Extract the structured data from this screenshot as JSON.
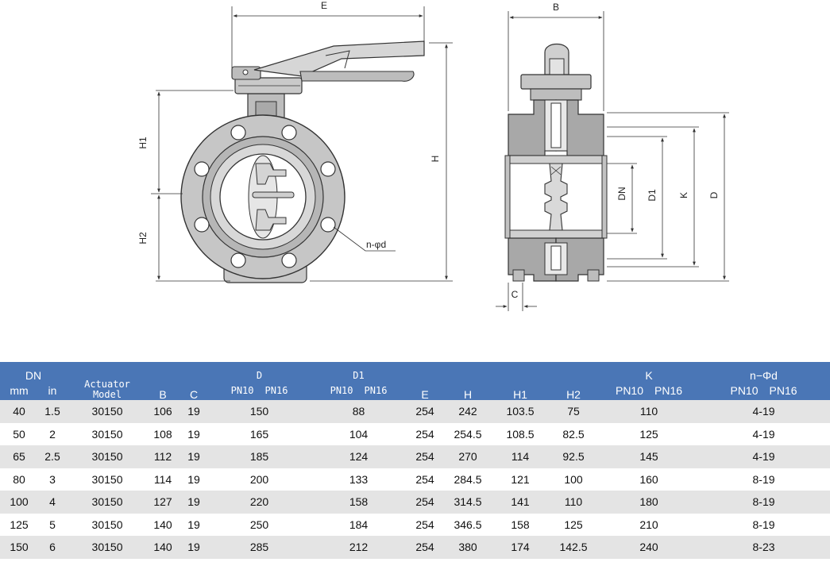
{
  "drawing_labels": {
    "E": "E",
    "B": "B",
    "H": "H",
    "H1": "H1",
    "H2": "H2",
    "C": "C",
    "DN": "DN",
    "D1": "D1",
    "K": "K",
    "D": "D",
    "bolt": "n-φd"
  },
  "table": {
    "header": {
      "dn": "DN",
      "mm": "mm",
      "in": "in",
      "actuator_line1": "Actuator",
      "actuator_line2": "Model",
      "B": "B",
      "C": "C",
      "D": "D",
      "D_pn10": "PN10",
      "D_pn16": "PN16",
      "D1": "D1",
      "D1_pn10": "PN10",
      "D1_pn16": "PN16",
      "E": "E",
      "H": "H",
      "H1": "H1",
      "H2": "H2",
      "K": "K",
      "K_pn10": "PN10",
      "K_pn16": "PN16",
      "nd": "n−Φd",
      "nd_pn10": "PN10",
      "nd_pn16": "PN16"
    },
    "rows": [
      {
        "mm": "40",
        "in": "1.5",
        "model": "30150",
        "B": "106",
        "C": "19",
        "D": "150",
        "D1": "88",
        "E": "254",
        "H": "242",
        "H1": "103.5",
        "H2": "75",
        "K": "110",
        "nd": "4-19"
      },
      {
        "mm": "50",
        "in": "2",
        "model": "30150",
        "B": "108",
        "C": "19",
        "D": "165",
        "D1": "104",
        "E": "254",
        "H": "254.5",
        "H1": "108.5",
        "H2": "82.5",
        "K": "125",
        "nd": "4-19"
      },
      {
        "mm": "65",
        "in": "2.5",
        "model": "30150",
        "B": "112",
        "C": "19",
        "D": "185",
        "D1": "124",
        "E": "254",
        "H": "270",
        "H1": "114",
        "H2": "92.5",
        "K": "145",
        "nd": "4-19"
      },
      {
        "mm": "80",
        "in": "3",
        "model": "30150",
        "B": "114",
        "C": "19",
        "D": "200",
        "D1": "133",
        "E": "254",
        "H": "284.5",
        "H1": "121",
        "H2": "100",
        "K": "160",
        "nd": "8-19"
      },
      {
        "mm": "100",
        "in": "4",
        "model": "30150",
        "B": "127",
        "C": "19",
        "D": "220",
        "D1": "158",
        "E": "254",
        "H": "314.5",
        "H1": "141",
        "H2": "110",
        "K": "180",
        "nd": "8-19"
      },
      {
        "mm": "125",
        "in": "5",
        "model": "30150",
        "B": "140",
        "C": "19",
        "D": "250",
        "D1": "184",
        "E": "254",
        "H": "346.5",
        "H1": "158",
        "H2": "125",
        "K": "210",
        "nd": "8-19"
      },
      {
        "mm": "150",
        "in": "6",
        "model": "30150",
        "B": "140",
        "C": "19",
        "D": "285",
        "D1": "212",
        "E": "254",
        "H": "380",
        "H1": "174",
        "H2": "142.5",
        "K": "240",
        "nd": "8-23"
      }
    ]
  }
}
